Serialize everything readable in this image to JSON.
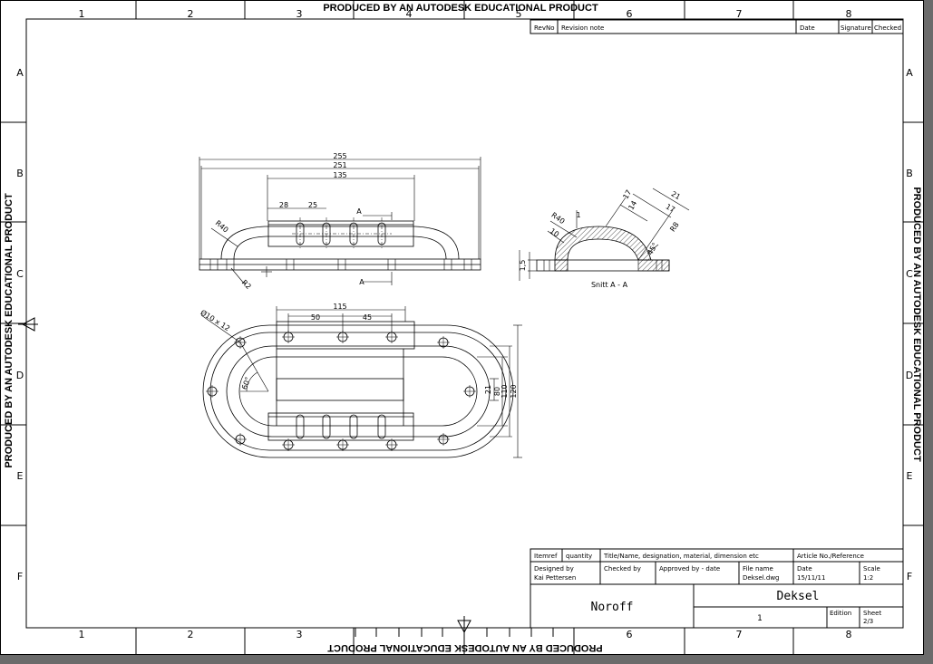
{
  "watermark": "PRODUCED BY AN AUTODESK EDUCATIONAL PRODUCT",
  "zones": {
    "columns": [
      "1",
      "2",
      "3",
      "4",
      "5",
      "6",
      "7",
      "8"
    ],
    "rows": [
      "A",
      "B",
      "C",
      "D",
      "E",
      "F"
    ]
  },
  "revision_table": {
    "rev_no": "RevNo",
    "note": "Revision note",
    "date": "Date",
    "signature": "Signature",
    "checked": "Checked"
  },
  "title_block": {
    "item_no": "Itemref",
    "quantity": "quantity",
    "title_header": "Title/Name, designation, material, dimension etc",
    "article_header": "Article No./Reference",
    "designed_by_label": "Designed by",
    "designed_by_value": "Kai Pettersen",
    "checked_by_label": "Checked by",
    "approved_label": "Approved by - date",
    "file_name_label": "File name",
    "file_name_value": "Deksel.dwg",
    "date_label": "Date",
    "date_value": "15/11/11",
    "scale_label": "Scale",
    "scale_value": "1:2",
    "company": "Noroff",
    "part_title": "Deksel",
    "drawing_number": "1",
    "edition_label": "Edition",
    "sheet_label": "Sheet",
    "sheet_value": "2/3"
  },
  "dimensions": {
    "d255": "255",
    "d251": "251",
    "d135": "135",
    "d28": "28",
    "d25": "25",
    "sectionA": "A",
    "r40": "R40",
    "r2": "R2",
    "d115": "115",
    "d50": "50",
    "d45": "45",
    "holes": "Ø10 x 12",
    "angle": "60°",
    "d21": "21",
    "d80": "80",
    "d110": "110",
    "d120": "120",
    "s_r40": "R40",
    "s_10": "10",
    "s_1": "1",
    "s_17a": "17",
    "s_14": "14",
    "s_21": "21",
    "s_17b": "17",
    "s_r8": "R8",
    "s_45": "45°",
    "s_1_5": "1,5",
    "section_label": "Snitt A - A"
  }
}
